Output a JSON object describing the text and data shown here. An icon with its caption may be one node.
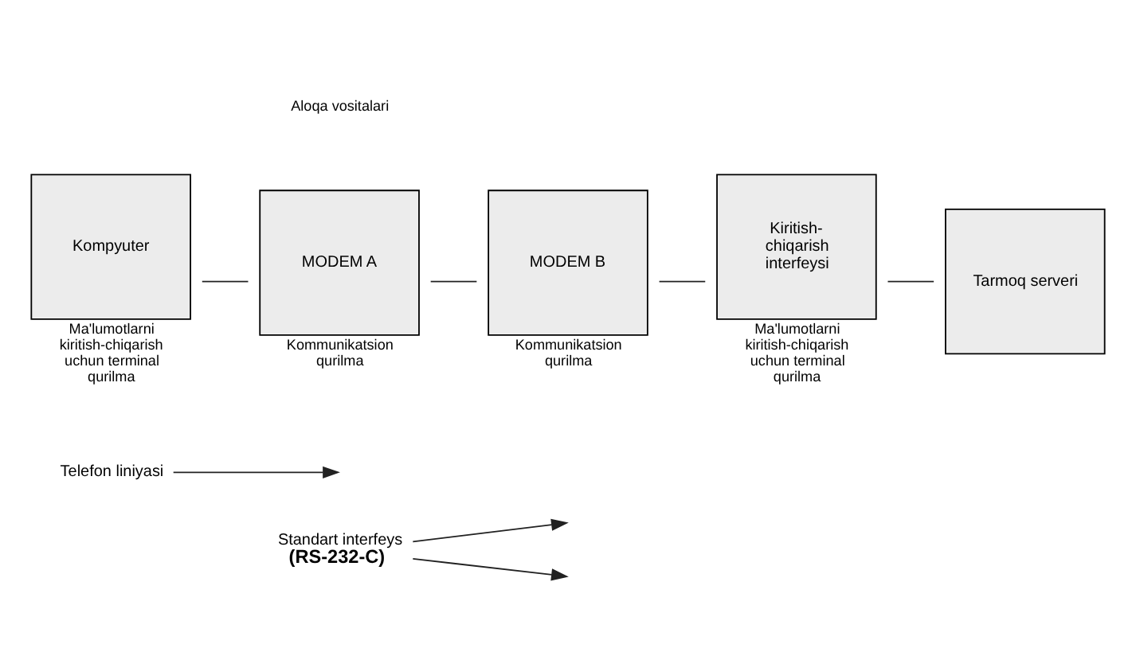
{
  "diagram": {
    "nodes": [
      {
        "text": [
          "Standart interfeys",
          "(RS-232-C)"
        ]
      },
      {
        "text": [
          "Telefon liniyasi"
        ]
      },
      {
        "text": [
          "Kompyuter"
        ],
        "beside": [
          "Ma'lumotlarni kiritish-chiqarish uchun terminal qurilma"
        ]
      },
      {
        "text": [
          "MODEM A"
        ],
        "beside": [
          "Kommunikatsion qurilma"
        ]
      },
      {
        "text": [
          "MODEM B"
        ],
        "beside": [
          "Kommunikatsion qurilma"
        ]
      },
      {
        "text": [
          "Kiritish-chiqarish interfeysi"
        ],
        "beside": [
          "Ma'lumotlarni kiritish-chiqarish uchun terminal qurilma"
        ]
      },
      {
        "text": [
          "Tarmoq serveri"
        ]
      }
    ],
    "edges": [
      {
        "from": 0,
        "to": null,
        "arrow": "to"
      },
      {
        "from": 0,
        "to": null,
        "arrow": "to"
      },
      {
        "from": 1,
        "to": null,
        "arrow": "to"
      },
      {
        "from": 2,
        "to": 3,
        "arrow": "none"
      },
      {
        "from": 3,
        "to": 4,
        "arrow": "none"
      },
      {
        "from": 4,
        "to": 5,
        "arrow": "none"
      },
      {
        "from": 5,
        "to": 6,
        "arrow": "none"
      }
    ],
    "labels": [
      "Aloqa vositalari"
    ]
  }
}
